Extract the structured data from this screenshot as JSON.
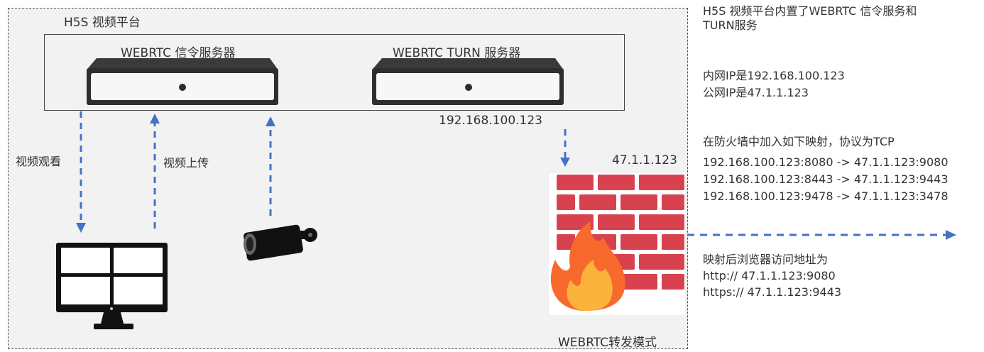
{
  "platform": {
    "title": "H5S 视频平台",
    "mode_label": "WEBRTC转发模式"
  },
  "servers": {
    "signal": {
      "label": "WEBRTC 信令服务器"
    },
    "turn": {
      "label": "WEBRTC TURN 服务器",
      "ip": "192.168.100.123"
    }
  },
  "arrows": {
    "watch_label": "视频观看",
    "upload_label": "视频上传"
  },
  "firewall": {
    "public_ip": "47.1.1.123"
  },
  "notes": {
    "intro": [
      "H5S 视频平台内置了WEBRTC 信令服务和",
      "TURN服务"
    ],
    "ips": [
      "内网IP是192.168.100.123",
      "公网IP是47.1.1.123"
    ],
    "mapping_title": "在防火墙中加入如下映射，协议为TCP",
    "mappings": [
      "192.168.100.123:8080 -> 47.1.1.123:9080",
      "192.168.100.123:8443 -> 47.1.1.123:9443",
      "192.168.100.123:9478 -> 47.1.1.123:3478"
    ],
    "access": [
      "映射后浏览器访问地址为",
      "http:// 47.1.1.123:9080",
      "https:// 47.1.1.123:9443"
    ]
  },
  "colors": {
    "arrow": "#4472c4",
    "brick": "#d8424f",
    "flame_outer": "#f7692d",
    "flame_inner": "#fbb33c"
  }
}
